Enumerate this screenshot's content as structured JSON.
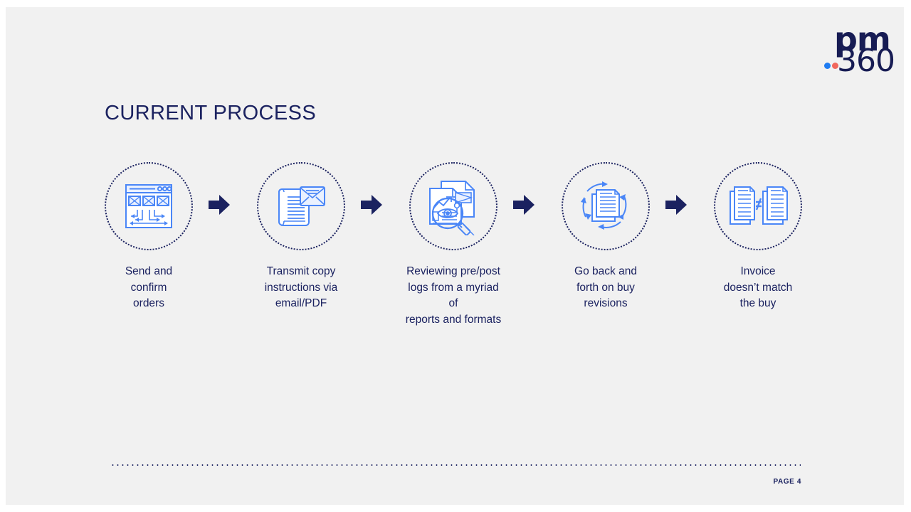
{
  "slide": {
    "background_color": "#f1f1f1",
    "title": "CURRENT PROCESS",
    "title_color": "#1b2260"
  },
  "logo": {
    "name": "pm360-logo",
    "top_text": "pm",
    "bottom_text": "360",
    "text_color": "#171c54",
    "dot_blue_color": "#1f7cf2",
    "dot_red_color": "#f1675c"
  },
  "process": {
    "accent_color": "#4a86f7",
    "arrow_color": "#1b2260",
    "arrow_icon_name": "arrow-right-icon",
    "steps": [
      {
        "id": "step-1",
        "icon": "browser-wireframe-icon",
        "label": "Send and\nconfirm\norders"
      },
      {
        "id": "step-2",
        "icon": "document-envelope-icon",
        "label": "Transmit copy\ninstructions via\nemail/PDF"
      },
      {
        "id": "step-3",
        "icon": "report-magnifier-eye-icon",
        "label": "Reviewing pre/post\nlogs from a myriad of\nreports and formats"
      },
      {
        "id": "step-4",
        "icon": "documents-revision-cycle-icon",
        "label": "Go back and\nforth on buy\nrevisions"
      },
      {
        "id": "step-5",
        "icon": "documents-not-equal-icon",
        "label": "Invoice\ndoesn’t match\nthe buy"
      }
    ]
  },
  "footer": {
    "page_label": "PAGE 4",
    "divider_name": "dotted-divider"
  }
}
